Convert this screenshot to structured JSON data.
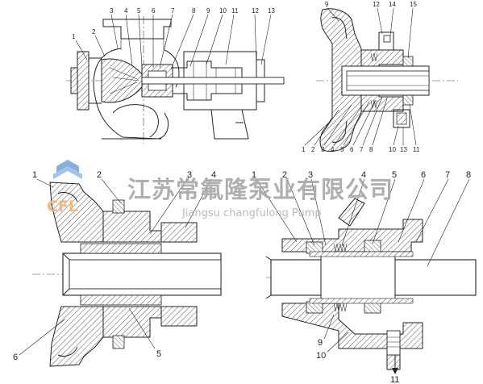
{
  "watermark": {
    "company_cn": "江苏常氟隆泵业有限公司",
    "company_en": "Jiangsu changfulong Pump",
    "logo_text": "CFL"
  },
  "view_a": {
    "labels": [
      "1",
      "2",
      "3",
      "4",
      "5",
      "6",
      "7",
      "8",
      "9",
      "10",
      "11",
      "12",
      "13"
    ]
  },
  "view_b": {
    "labels": [
      "9",
      "12",
      "14",
      "15",
      "1",
      "2",
      "3",
      "4",
      "5",
      "6",
      "7",
      "8",
      "10",
      "13",
      "11"
    ]
  },
  "view_c": {
    "labels": [
      "1",
      "2",
      "3",
      "4",
      "6",
      "5"
    ]
  },
  "view_d": {
    "labels": [
      "1",
      "2",
      "3",
      "4",
      "5",
      "6",
      "7",
      "8",
      "9",
      "10",
      "11"
    ]
  },
  "colors": {
    "line": "#222222",
    "watermark_text": "#a9a9a9",
    "logo_orange": "#f3b57a",
    "logo_blue": "#7fa9d8"
  }
}
